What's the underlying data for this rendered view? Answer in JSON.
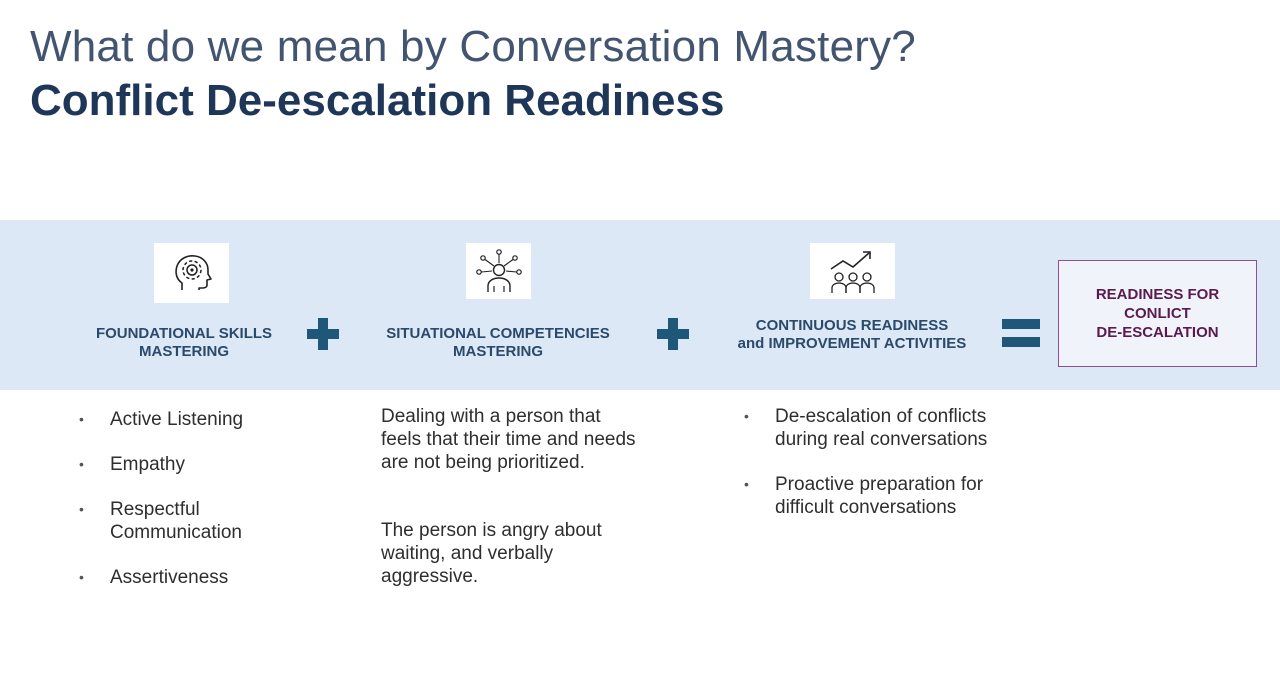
{
  "header": {
    "title": "What do we mean by Conversation Mastery?",
    "subtitle": "Conflict De-escalation Readiness"
  },
  "columns": [
    {
      "icon": "head-gear-icon",
      "label_line1": "FOUNDATIONAL SKILLS",
      "label_line2": "MASTERING",
      "bullets": [
        "Active Listening",
        "Empathy",
        "Respectful Communication",
        "Assertiveness"
      ]
    },
    {
      "icon": "person-network-icon",
      "label_line1": "SITUATIONAL COMPETENCIES",
      "label_line2": "MASTERING",
      "paragraphs": [
        "Dealing with a person that feels that their time and needs are not being prioritized.",
        "The person is angry about waiting, and verbally aggressive."
      ]
    },
    {
      "icon": "team-growth-chart-icon",
      "label_line1": "CONTINUOUS READINESS",
      "label_line2": "and IMPROVEMENT ACTIVITIES",
      "bullets": [
        "De-escalation of conflicts during real conversations",
        "Proactive preparation for difficult conversations"
      ]
    }
  ],
  "result": {
    "text": "READINESS FOR\nCONLICT\nDE-ESCALATION"
  },
  "colors": {
    "band": "#dce8f5",
    "operator": "#1f5779",
    "title": "#42546f",
    "subtitle": "#1e3657",
    "result_border": "#8e4f8e",
    "result_text": "#5b1a4e"
  }
}
